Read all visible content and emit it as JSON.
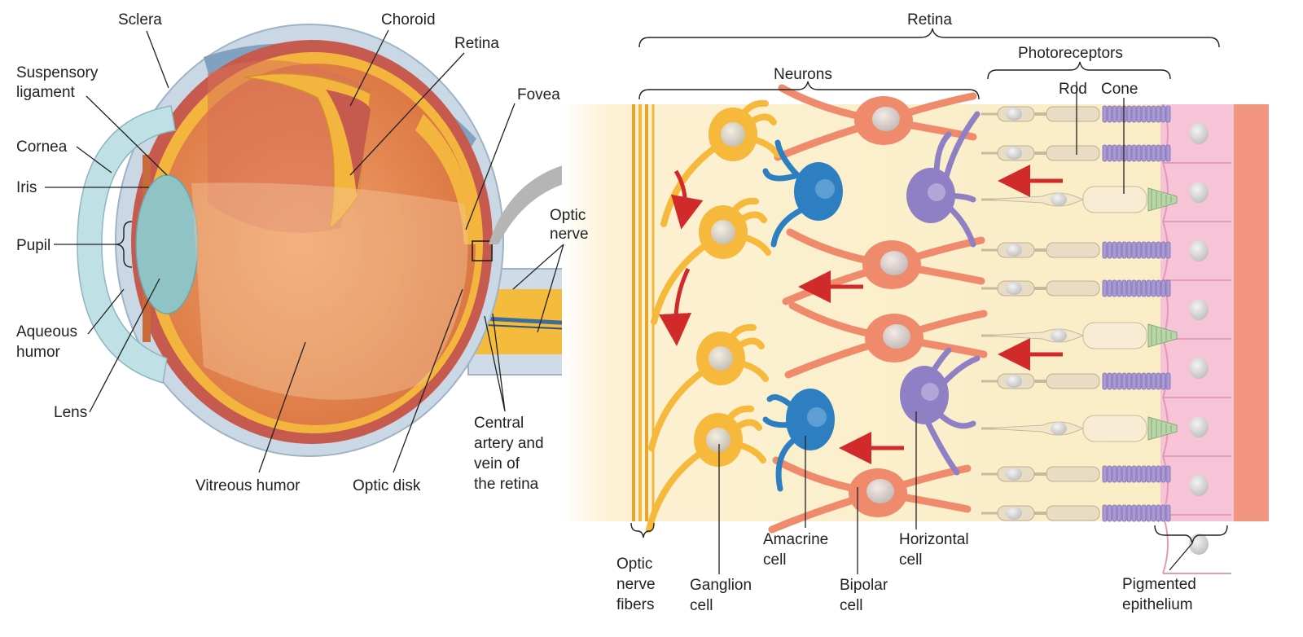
{
  "diagram": {
    "eye_labels": {
      "sclera": "Sclera",
      "choroid": "Choroid",
      "retina": "Retina",
      "suspensory": [
        "Suspensory",
        "ligament"
      ],
      "fovea": "Fovea",
      "cornea": "Cornea",
      "iris": "Iris",
      "pupil": "Pupil",
      "optic_nerve": [
        "Optic",
        "nerve"
      ],
      "aqueous": [
        "Aqueous",
        "humor"
      ],
      "lens": "Lens",
      "vitreous": "Vitreous humor",
      "optic_disk": "Optic disk",
      "central_artery": [
        "Central",
        "artery and",
        "vein of",
        "the retina"
      ]
    },
    "retina_labels": {
      "retina_top": "Retina",
      "neurons": "Neurons",
      "photoreceptors": "Photoreceptors",
      "rod": "Rod",
      "cone": "Cone",
      "optic_nerve_fibers": [
        "Optic",
        "nerve",
        "fibers"
      ],
      "ganglion": [
        "Ganglion",
        "cell"
      ],
      "amacrine": [
        "Amacrine",
        "cell"
      ],
      "bipolar": [
        "Bipolar",
        "cell"
      ],
      "horizontal": [
        "Horizontal",
        "cell"
      ],
      "pigmented": [
        "Pigmented",
        "epithelium"
      ]
    },
    "colors": {
      "sclera": "#c9d8e4",
      "choroid": "#c65a4e",
      "retina_layer": "#f4b53f",
      "vitreous": "#e9925a",
      "lens": "#8fc3c6",
      "background_panel": "#fbeec6",
      "ganglion": "#f6b93b",
      "bipolar": "#f08a6c",
      "amacrine": "#2d7fc1",
      "horizontal": "#8f7fc4",
      "rod_body": "#e8dcc4",
      "cone_tip": "#b9d6a8",
      "disc": "#a99ad6",
      "epithelium": "#f6c4d6",
      "signal_arrow": "#d12a2a",
      "zoom_arrow": "#b5b5b5"
    }
  }
}
